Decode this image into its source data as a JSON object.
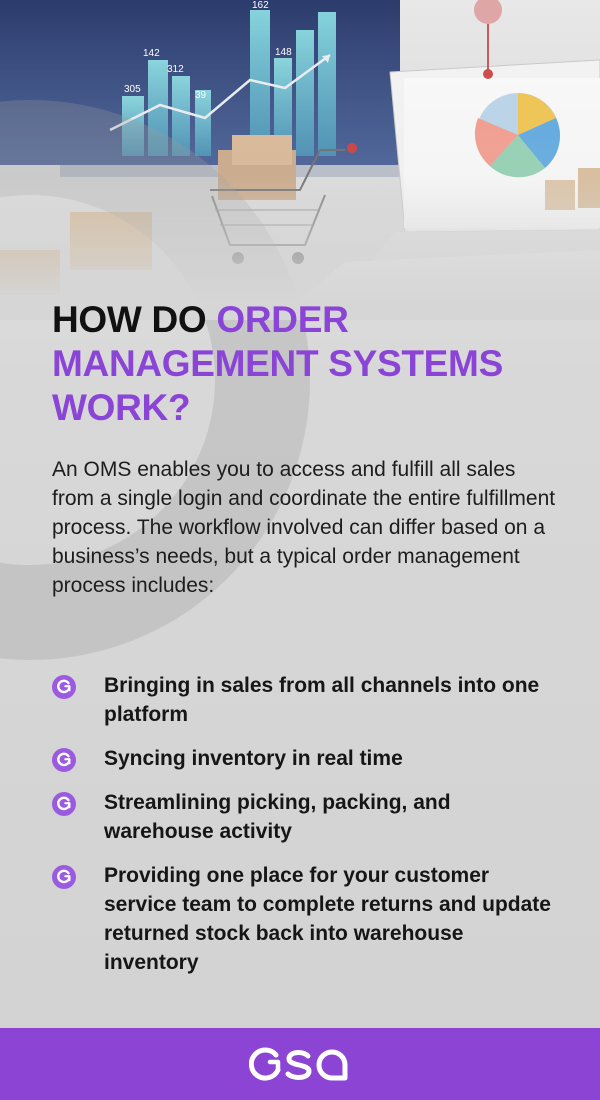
{
  "heading": {
    "prefix": "HOW DO ",
    "accent": "ORDER MANAGEMENT SYSTEMS WORK?"
  },
  "intro": "An OMS enables you to access and fulfill all sales from a single login and coordinate the entire fulfillment process. The workflow involved can differ based on a business’s needs, but a typical order management process includes:",
  "steps": [
    "Bringing in sales from all channels into one platform",
    "Syncing inventory in real time",
    "Streamlining picking, packing, and warehouse activity",
    "Providing one place for your customer service team to complete returns and update returned stock back into warehouse inventory"
  ],
  "hero": {
    "chart_labels": [
      "142",
      "312",
      "305",
      "39",
      "162",
      "148"
    ]
  },
  "colors": {
    "accent": "#8a45d6",
    "footer": "#8c44d5",
    "bullet": "#9b5be0",
    "text": "#1d1d1d",
    "background": "#d5d5d5"
  },
  "icons": {
    "bullet": "brand-mark-icon",
    "logo": "osa-logo"
  }
}
